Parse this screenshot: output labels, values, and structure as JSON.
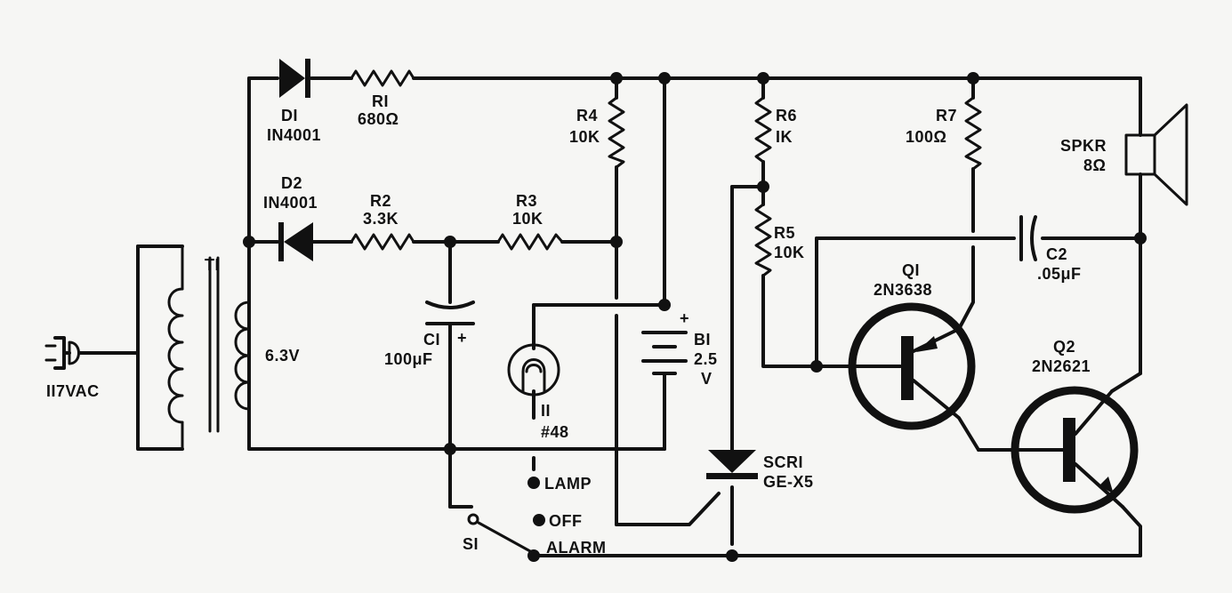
{
  "labels": {
    "d1_ref": "DI",
    "d1_part": "IN4001",
    "r1_ref": "RI",
    "r1_val": "680Ω",
    "d2_ref": "D2",
    "d2_part": "IN4001",
    "r2_ref": "R2",
    "r2_val": "3.3K",
    "r3_ref": "R3",
    "r3_val": "10K",
    "r4_ref": "R4",
    "r4_val": "10K",
    "r6_ref": "R6",
    "r6_val": "IK",
    "r5_ref": "R5",
    "r5_val": "10K",
    "r7_ref": "R7",
    "r7_val": "100Ω",
    "spkr_ref": "SPKR",
    "spkr_val": "8Ω",
    "c2_ref": "C2",
    "c2_val": ".05μF",
    "q1_ref": "QI",
    "q1_part": "2N3638",
    "q2_ref": "Q2",
    "q2_part": "2N2621",
    "t1_ref": "TI",
    "t1_val": "6.3V",
    "plug": "II7VAC",
    "c1_ref": "CI",
    "c1_plus": "+",
    "c1_val": "100μF",
    "i1_ref": "II",
    "i1_val": "#48",
    "b1_plus": "+",
    "b1_ref": "BI",
    "b1_val": "2.5",
    "b1_unit": "V",
    "scr_ref": "SCRI",
    "scr_part": "GE-X5",
    "sw_ref": "SI",
    "pos_lamp": "LAMP",
    "pos_off": "OFF",
    "pos_alarm": "ALARM"
  }
}
